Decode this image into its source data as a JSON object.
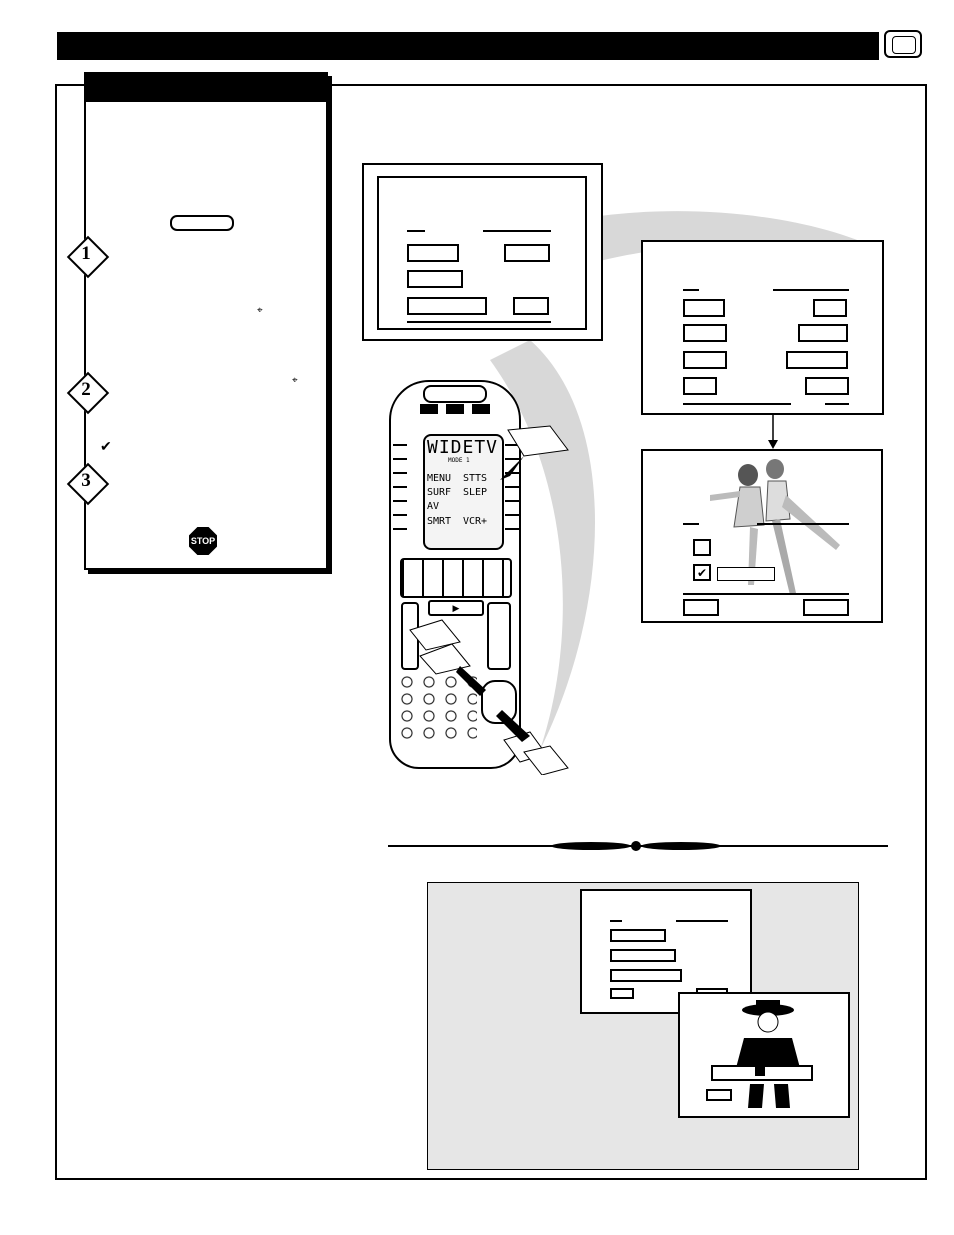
{
  "page": {
    "accent_color": "#000000",
    "panel_shade_color": "#e6e6e6"
  },
  "sidebar": {
    "step_numbers": [
      "1",
      "2",
      "3"
    ],
    "stop_label": "STOP",
    "icons": [
      "crosshair-icon",
      "crosshair-icon",
      "checkmark-icon",
      "stop-sign-icon"
    ]
  },
  "remote": {
    "lcd_title": "WIDETV",
    "lcd_subtitle": "MODE 1",
    "lcd_menu": [
      {
        "left": "MENU",
        "right": "STTS"
      },
      {
        "left": "SURF",
        "right": "SLEP"
      },
      {
        "left": "AV",
        "right": ""
      },
      {
        "left": "SMRT",
        "right": "VCR+"
      }
    ]
  }
}
